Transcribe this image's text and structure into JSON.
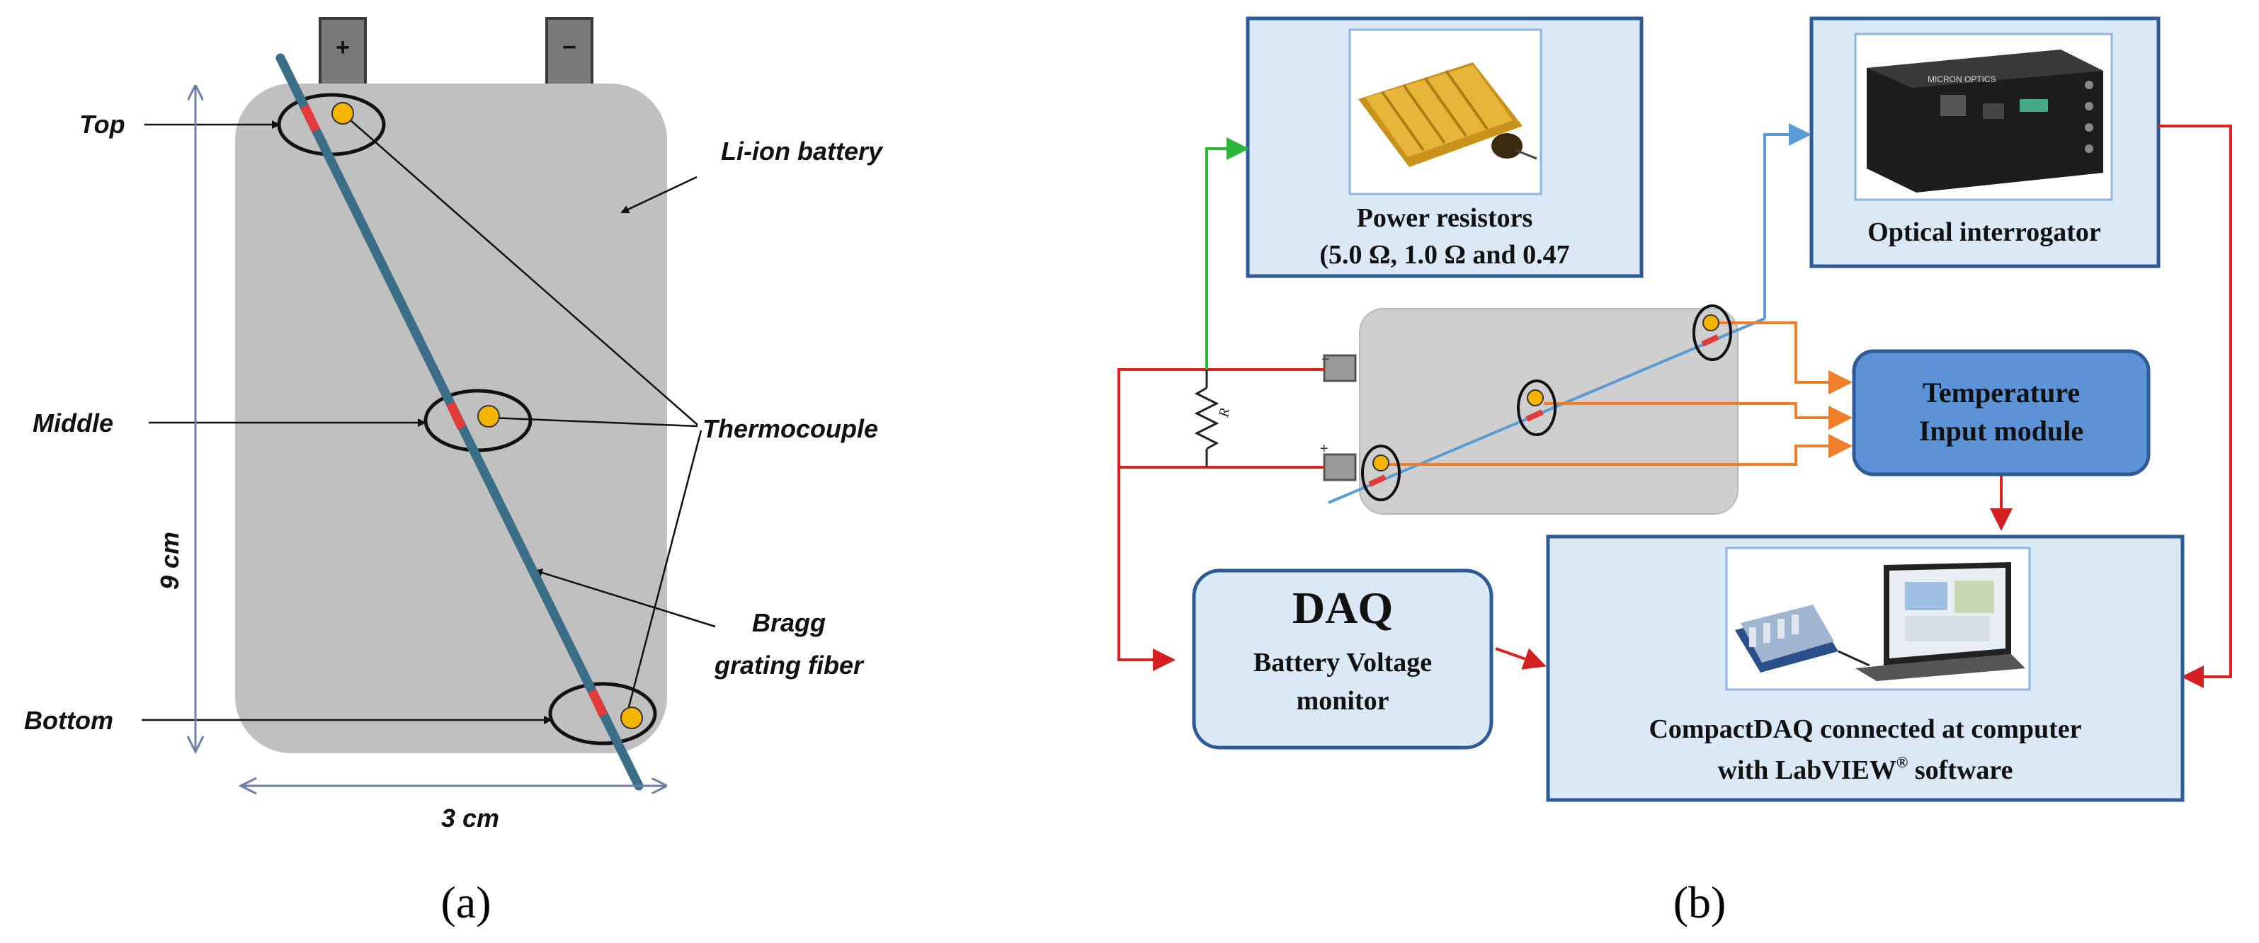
{
  "panel_a": {
    "caption": "(a)",
    "positive_terminal": "+",
    "negative_terminal": "−",
    "label_top": "Top",
    "label_middle": "Middle",
    "label_bottom": "Bottom",
    "label_battery": "Li-ion battery",
    "label_thermocouple": "Thermocouple",
    "label_fiber_line1": "Bragg",
    "label_fiber_line2": "grating fiber",
    "dim_height": "9 cm",
    "dim_width": "3 cm"
  },
  "panel_b": {
    "caption": "(b)",
    "resistors_line1": "Power resistors",
    "resistors_line2": "(5.0 Ω, 1.0 Ω and 0.47",
    "interrogator_label": "Optical interrogator",
    "interrogator_brand": "MICRON OPTICS",
    "resistor_symbol": "R",
    "temp_module_line1": "Temperature",
    "temp_module_line2": "Input module",
    "daq_title": "DAQ",
    "daq_line1": "Battery Voltage",
    "daq_line2": "monitor",
    "compactdaq_line1": "CompactDAQ connected at computer",
    "compactdaq_line2_pre": "with LabVIEW",
    "compactdaq_reg": "®",
    "compactdaq_line2_post": " software",
    "terminal_minus": "−",
    "terminal_plus": "+"
  },
  "colors": {
    "battery_gray": "#c0c0c0",
    "fiber": "#3b6e87",
    "grating": "#e23b3b",
    "sensor": "#f5b400",
    "box_fill": "#dbe9f7",
    "box_border": "#2e5a96",
    "module_fill": "#5b93d6",
    "wire_red": "#e02020",
    "wire_green": "#2db53a",
    "wire_blue": "#5b9bd5",
    "wire_orange": "#f07d2a"
  }
}
